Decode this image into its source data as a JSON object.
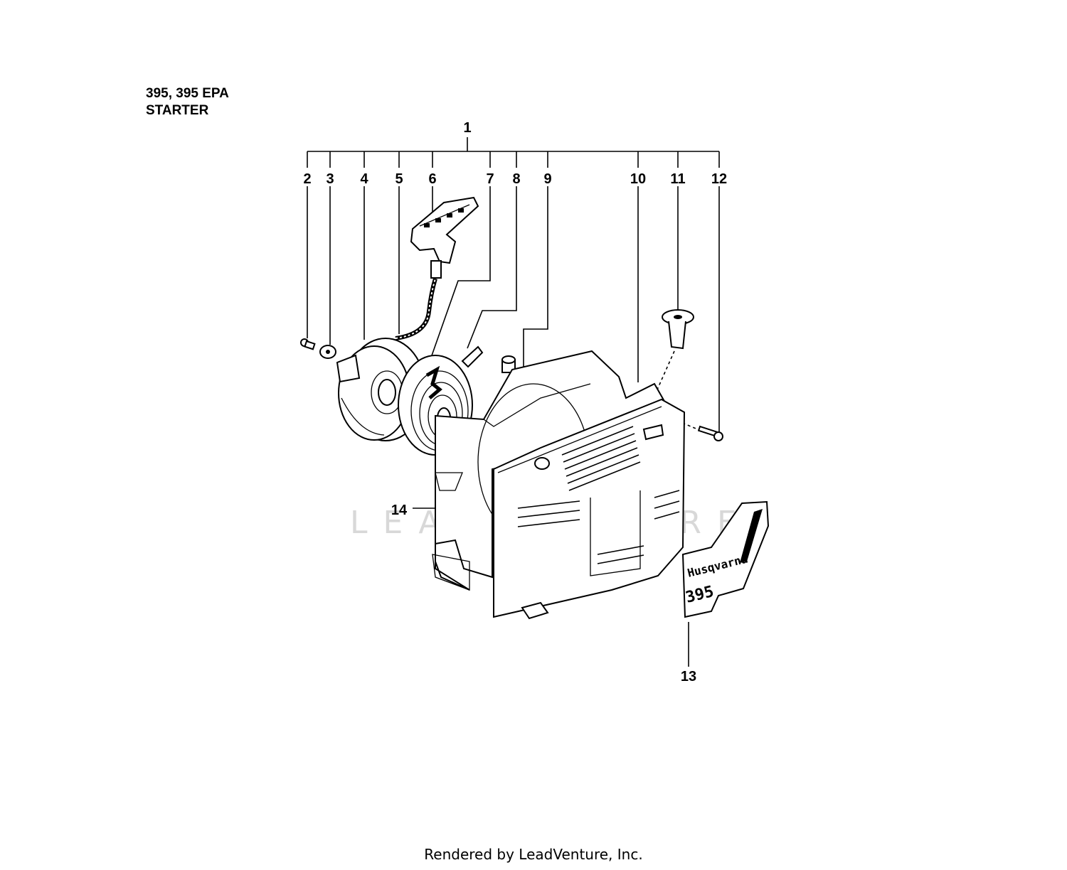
{
  "header": {
    "model_line": "395, 395 EPA",
    "section_line": "STARTER"
  },
  "callouts": {
    "c1": "1",
    "c2": "2",
    "c3": "3",
    "c4": "4",
    "c5": "5",
    "c6": "6",
    "c7": "7",
    "c8": "8",
    "c9": "9",
    "c10": "10",
    "c11": "11",
    "c12": "12",
    "c13": "13",
    "c14": "14"
  },
  "decal": {
    "brand": "Husqvarna",
    "model": "395"
  },
  "watermark": "LEADVENTURE",
  "footer": "Rendered by LeadVenture, Inc.",
  "colors": {
    "ink": "#000000",
    "background": "#ffffff",
    "watermark": "#d8d8d8"
  }
}
